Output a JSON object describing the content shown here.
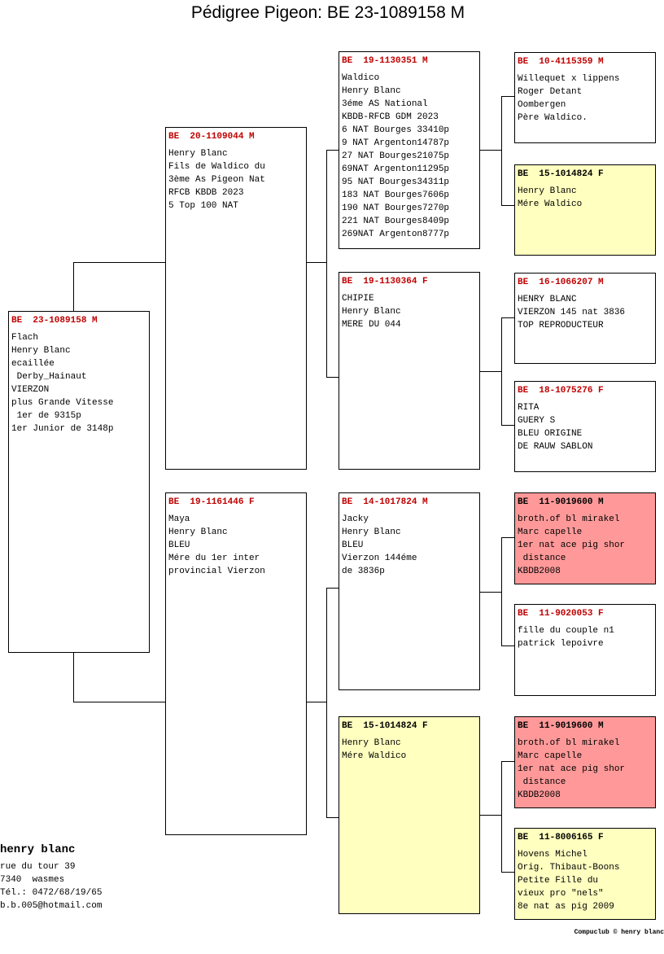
{
  "title": "Pédigree Pigeon: BE  23-1089158 M",
  "subject": {
    "ring": "BE  23-1089158 M",
    "lines": [
      "Flach",
      "Henry Blanc",
      "ecaillée",
      " Derby_Hainaut",
      "VIERZON",
      "plus Grande Vitesse",
      " 1er de 9315p",
      "1er Junior de 3148p"
    ]
  },
  "sire": {
    "ring": "BE  20-1109044 M",
    "lines": [
      "Henry Blanc",
      "Fils de Waldico du",
      "3ème As Pigeon Nat",
      "RFCB KBDB 2023",
      "5 Top 100 NAT"
    ]
  },
  "dam": {
    "ring": "BE  19-1161446 F",
    "lines": [
      "Maya",
      "Henry Blanc",
      "BLEU",
      "Mére du 1er inter",
      "provincial Vierzon"
    ]
  },
  "sire_sire": {
    "ring": "BE  19-1130351 M",
    "lines": [
      "Waldico",
      "Henry Blanc",
      "3éme AS National",
      "KBDB-RFCB GDM 2023",
      "6 NAT Bourges 33410p",
      "9 NAT Argenton14787p",
      "27 NAT Bourges21075p",
      "69NAT Argenton11295p",
      "95 NAT Bourges34311p",
      "183 NAT Bourges7606p",
      "190 NAT Bourges7270p",
      "221 NAT Bourges8409p",
      "269NAT Argenton8777p"
    ]
  },
  "sire_dam": {
    "ring": "BE  19-1130364 F",
    "lines": [
      "CHIPIE",
      "Henry Blanc",
      "MERE DU 044"
    ]
  },
  "dam_sire": {
    "ring": "BE  14-1017824 M",
    "lines": [
      "Jacky",
      "Henry Blanc",
      "BLEU",
      "Vierzon 144éme",
      "de 3836p"
    ]
  },
  "dam_dam": {
    "ring": "BE  15-1014824 F",
    "lines": [
      "Henry Blanc",
      "Mére Waldico"
    ]
  },
  "gen4": [
    {
      "ring": "BE  10-4115359 M",
      "lines": [
        "Willequet x lippens",
        "Roger Detant",
        "Oombergen",
        "Père Waldico."
      ]
    },
    {
      "ring": "BE  15-1014824 F",
      "lines": [
        "Henry Blanc",
        "Mére Waldico"
      ]
    },
    {
      "ring": "BE  16-1066207 M",
      "lines": [
        "HENRY BLANC",
        "VIERZON 145 nat 3836",
        "TOP REPRODUCTEUR"
      ]
    },
    {
      "ring": "BE  18-1075276 F",
      "lines": [
        "RITA",
        "GUERY S",
        "BLEU ORIGINE",
        "DE RAUW SABLON"
      ]
    },
    {
      "ring": "BE  11-9019600 M",
      "lines": [
        "broth.of bl mirakel",
        "Marc capelle",
        "1er nat ace pig shor",
        " distance",
        "KBDB2008"
      ]
    },
    {
      "ring": "BE  11-9020053 F",
      "lines": [
        "fille du couple n1",
        "patrick lepoivre"
      ]
    },
    {
      "ring": "BE  11-9019600 M",
      "lines": [
        "broth.of bl mirakel",
        "Marc capelle",
        "1er nat ace pig shor",
        " distance",
        "KBDB2008"
      ]
    },
    {
      "ring": "BE  11-8006165 F",
      "lines": [
        "Hovens Michel",
        "Orig. Thibaut-Boons",
        "Petite Fille du",
        "vieux pro \"nels\"",
        "8e nat as pig 2009"
      ]
    }
  ],
  "footer": {
    "name": "henry blanc",
    "lines": [
      "rue du tour 39",
      "7340  wasmes",
      "Tél.: 0472/68/19/65",
      "b.b.005@hotmail.com"
    ]
  },
  "credit": "Compuclub © henry blanc"
}
